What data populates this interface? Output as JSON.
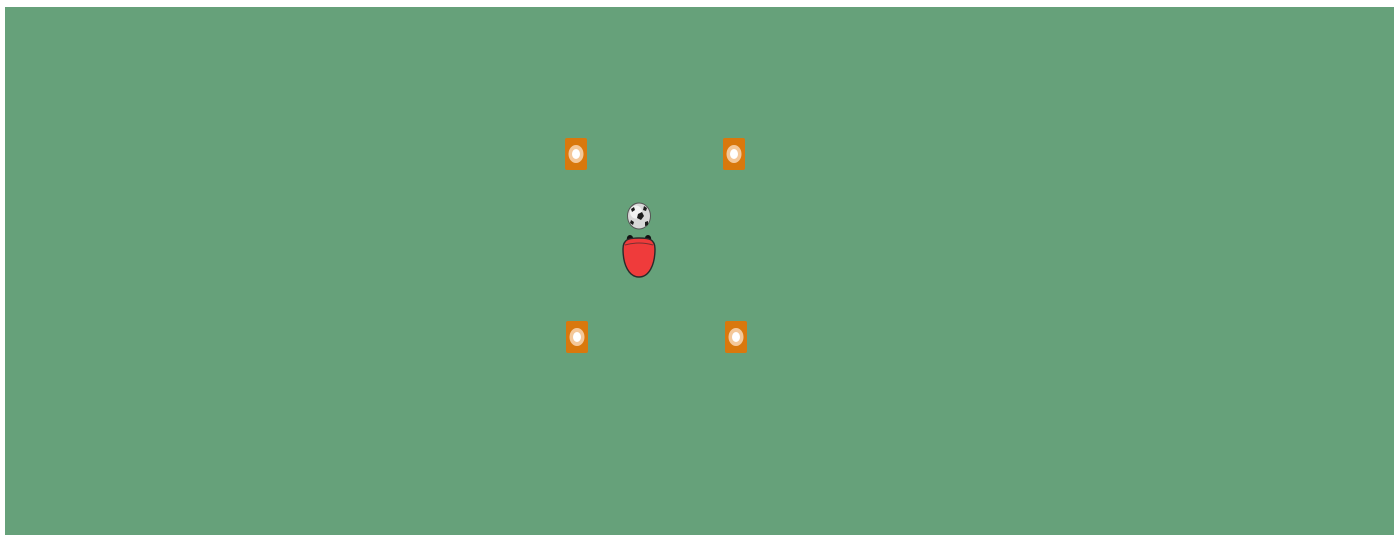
{
  "pitch": {
    "color": "#66a17a"
  },
  "cones": [
    {
      "id": "top-left",
      "icon": "cone-marker-icon",
      "color": "#d9780d"
    },
    {
      "id": "top-right",
      "icon": "cone-marker-icon",
      "color": "#d9780d"
    },
    {
      "id": "bottom-left",
      "icon": "cone-marker-icon",
      "color": "#d9780d"
    },
    {
      "id": "bottom-right",
      "icon": "cone-marker-icon",
      "color": "#d9780d"
    }
  ],
  "player": {
    "icon": "player-icon",
    "color": "#ef3b3b"
  },
  "ball": {
    "icon": "soccer-ball-icon"
  }
}
